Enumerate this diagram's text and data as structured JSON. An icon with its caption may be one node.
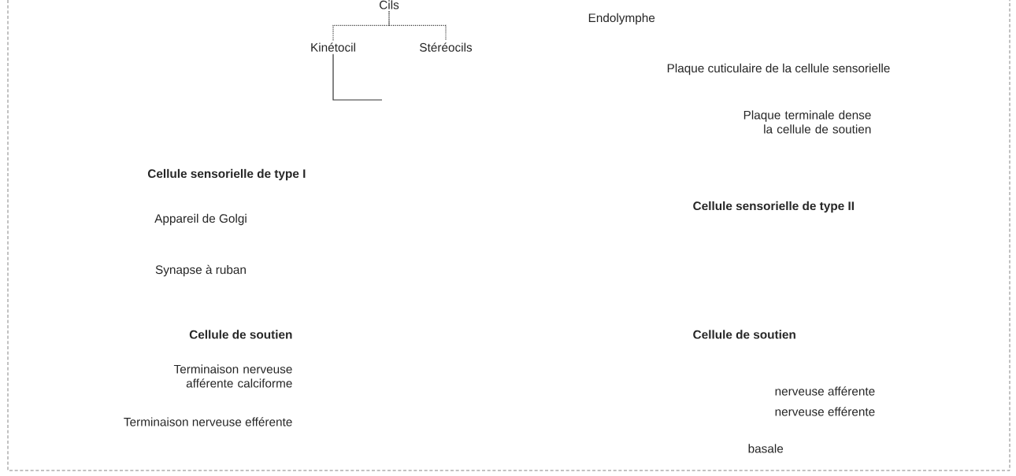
{
  "diagram": {
    "nodes": [
      {
        "text": [
          "Cils"
        ]
      },
      {
        "text": [
          "Kinétocil"
        ]
      },
      {
        "text": [
          "Stéréocils"
        ]
      }
    ],
    "edges": [
      {
        "from": 1,
        "to": null,
        "arrow": "none"
      },
      {
        "from": 0,
        "to": 1,
        "arrow": "none",
        "style": "dashed"
      },
      {
        "from": 0,
        "to": 2,
        "arrow": "none",
        "style": "dashed"
      }
    ],
    "labels": [
      "Endolymphe",
      "Plaque cuticulaire de la cellule sensorielle",
      "Plaque terminale dense la cellule de soutien",
      "Cellule sensorielle de type I",
      "Cellule sensorielle de type II",
      "Appareil de Golgi",
      "Synapse à ruban",
      "Cellule de soutien",
      "Cellule de soutien",
      "Terminaison nerveuse afférente calciforme",
      "nerveuse afférente",
      "nerveuse efférente",
      "Terminaison nerveuse efférente",
      "basale"
    ]
  }
}
